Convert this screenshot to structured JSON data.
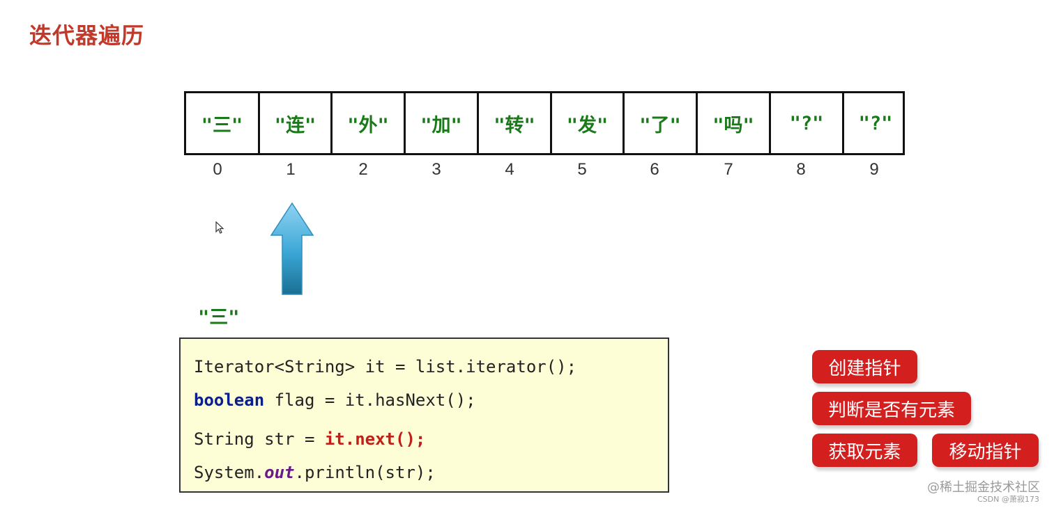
{
  "title": "迭代器遍历",
  "array": {
    "values": [
      "\"三\"",
      "\"连\"",
      "\"外\"",
      "\"加\"",
      "\"转\"",
      "\"发\"",
      "\"了\"",
      "\"吗\"",
      "\"?\"",
      "\"?\""
    ],
    "indices": [
      "0",
      "1",
      "2",
      "3",
      "4",
      "5",
      "6",
      "7",
      "8",
      "9"
    ],
    "pointer_index": 1
  },
  "current_value": "\"三\"",
  "code": {
    "line1": "Iterator<String> it = list.iterator();",
    "line2_kw": "boolean",
    "line2_rest": " flag = it.hasNext();",
    "line3_pre": "String str = ",
    "line3_hl": "it.next();",
    "line4_pre": "System.",
    "line4_it": "out",
    "line4_post": ".println(str);"
  },
  "buttons": {
    "create_pointer": "创建指针",
    "has_next": "判断是否有元素",
    "get_element": "获取元素",
    "move_pointer": "移动指针"
  },
  "watermark": {
    "site": "@稀土掘金技术社区",
    "author": "CSDN @萧寂173"
  },
  "colors": {
    "title": "#c0392b",
    "array_text": "#1a7a1a",
    "button_bg": "#d41f1f",
    "code_bg": "#fefed6",
    "arrow": "#3aa6d6"
  }
}
